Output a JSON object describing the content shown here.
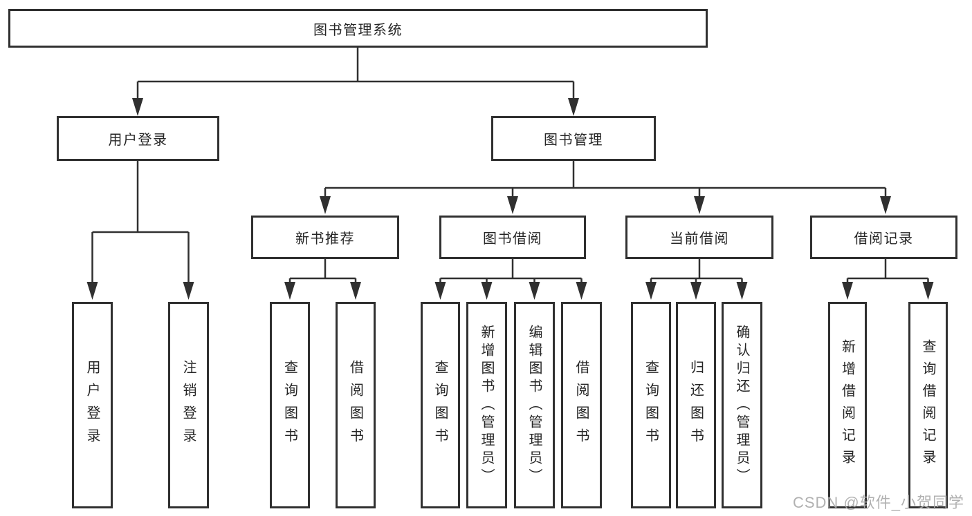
{
  "diagram": {
    "title": "图书管理系统",
    "nodes": {
      "root": "图书管理系统",
      "user_login": "用户登录",
      "book_management": "图书管理",
      "new_book_recommend": "新书推荐",
      "book_borrowing": "图书借阅",
      "current_borrowing": "当前借阅",
      "borrowing_records": "借阅记录",
      "leaves": {
        "user_login_leaf": "用户登录",
        "logout": "注销登录",
        "recommend_query_books": "查询图书",
        "recommend_borrow_books": "借阅图书",
        "borrowing_query_books": "查询图书",
        "borrowing_add_books": "新增图书（管理员）",
        "borrowing_edit_books": "编辑图书（管理员）",
        "borrowing_borrow_books": "借阅图书",
        "current_query_books": "查询图书",
        "current_return_books": "归还图书",
        "current_confirm_return": "确认归还（管理员）",
        "records_add_record": "新增借阅记录",
        "records_query_record": "查询借阅记录"
      }
    },
    "colors": {
      "line": "#303030",
      "text": "#262626",
      "background": "#ffffff",
      "watermark": "#a9a9a9"
    }
  },
  "watermark": "CSDN @软件_小贺同学"
}
